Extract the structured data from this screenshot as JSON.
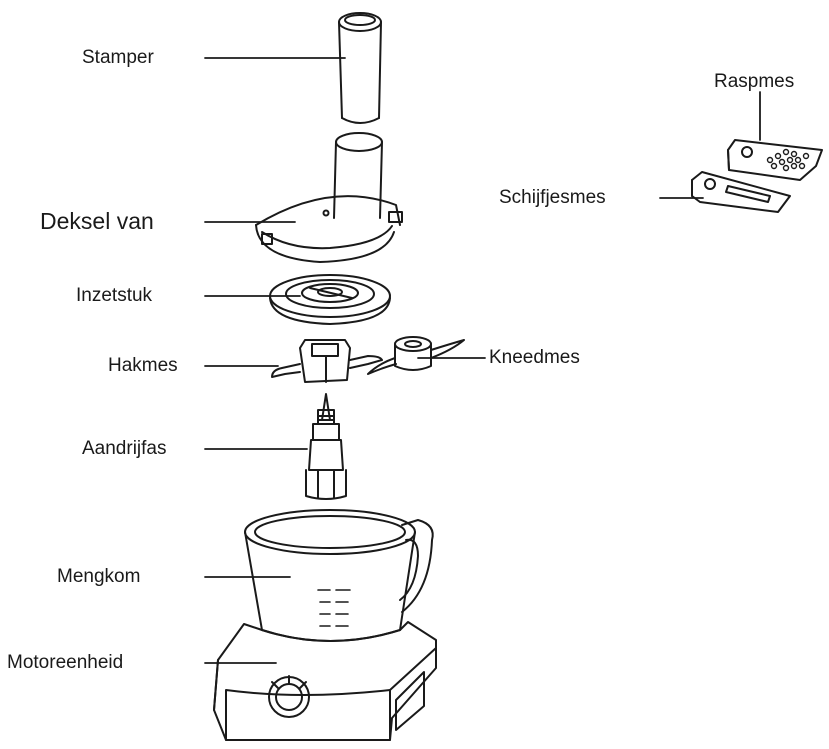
{
  "diagram": {
    "labels": {
      "stamper": "Stamper",
      "raspmes": "Raspmes",
      "schijfjesmes": "Schijfjesmes",
      "deksel": "Deksel van",
      "inzetstuk": "Inzetstuk",
      "hakmes": "Hakmes",
      "kneedmes": "Kneedmes",
      "aandrijfas": "Aandrijfas",
      "mengkom": "Mengkom",
      "motoreenheid": "Motoreenheid"
    },
    "line_color": "#1a1a1a"
  }
}
